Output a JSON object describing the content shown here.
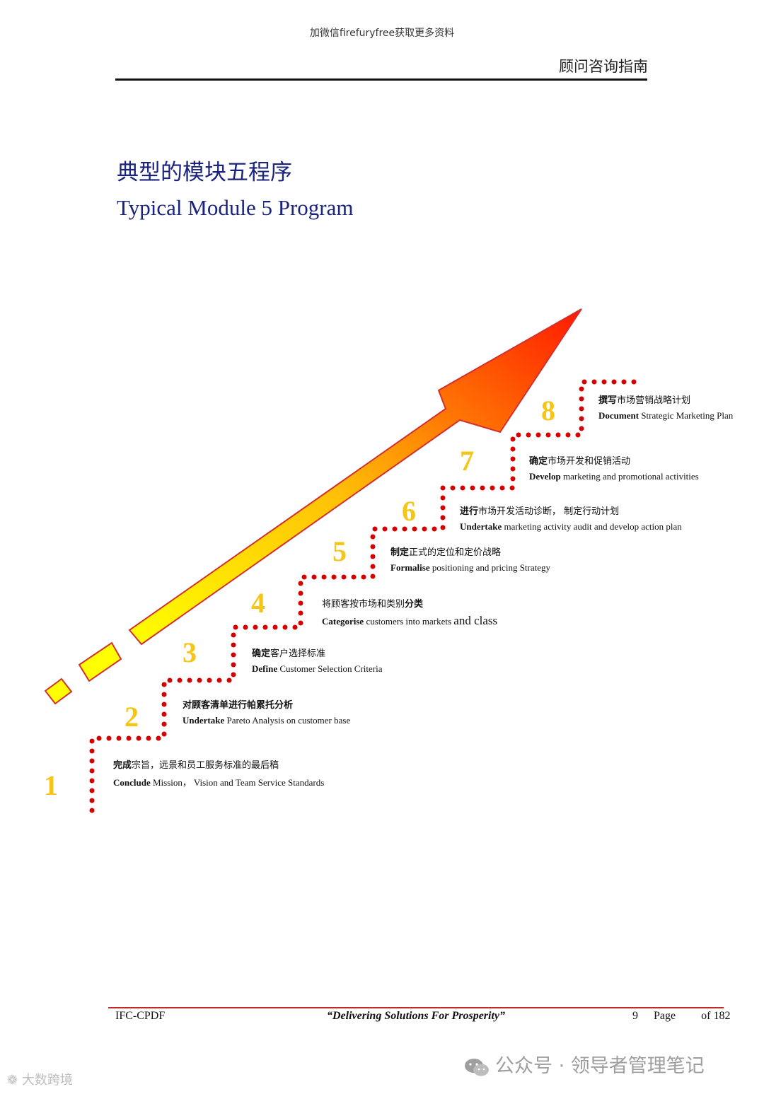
{
  "watermark_top": "加微信firefuryfree获取更多资料",
  "header_title": "顾问咨询指南",
  "title_cn": "典型的模块五程序",
  "title_en": "Typical Module 5 Program",
  "steps": [
    {
      "num": "1",
      "cn_bold": "完成",
      "cn_rest": "宗旨，远景和员工服务标准的最后稿",
      "en_bold": "Conclude",
      "en_rest": " Mission，   Vision and Team Service Standards"
    },
    {
      "num": "2",
      "cn_bold": "对顾客清单进行帕累托分析",
      "cn_rest": "",
      "en_bold": "Undertake",
      "en_rest": " Pareto Analysis on customer base"
    },
    {
      "num": "3",
      "cn_bold": "确定",
      "cn_rest": "客户选择标准",
      "en_bold": "Define",
      "en_rest": " Customer Selection Criteria"
    },
    {
      "num": "4",
      "cn_pre": "将顾客按市场和类别",
      "cn_bold": "分类",
      "en_bold": "Categorise",
      "en_rest": " customers into markets ",
      "en_big": "and class"
    },
    {
      "num": "5",
      "cn_bold": "制定",
      "cn_rest": "正式的定位和定价战略",
      "en_bold": "Formalise",
      "en_rest": " positioning and pricing Strategy"
    },
    {
      "num": "6",
      "cn_bold": "进行",
      "cn_rest": "市场开发活动诊断，  制定行动计划",
      "en_bold": "Undertake",
      "en_rest": " marketing activity audit and develop action plan"
    },
    {
      "num": "7",
      "cn_bold": "确定",
      "cn_rest": "市场开发和促销活动",
      "en_bold": "Develop",
      "en_rest": " marketing and promotional activities"
    },
    {
      "num": "8",
      "cn_bold": "撰写",
      "cn_rest": "市场营销战略计划",
      "en_bold": "Document",
      "en_rest": " Strategic Marketing Plan"
    }
  ],
  "footer": {
    "left": "IFC-CPDF",
    "middle": "“Delivering Solutions For Prosperity”",
    "page_num": "9 ",
    "page_label": "Page",
    "of_total": "of 182"
  },
  "watermark_bottom_right": "公众号 · 领导者管理笔记",
  "watermark_bottom_left": "大数跨境",
  "colors": {
    "title": "#1a237e",
    "dots": "#d50000",
    "numbers": "#f5c518",
    "footer_rule": "#c62828"
  }
}
